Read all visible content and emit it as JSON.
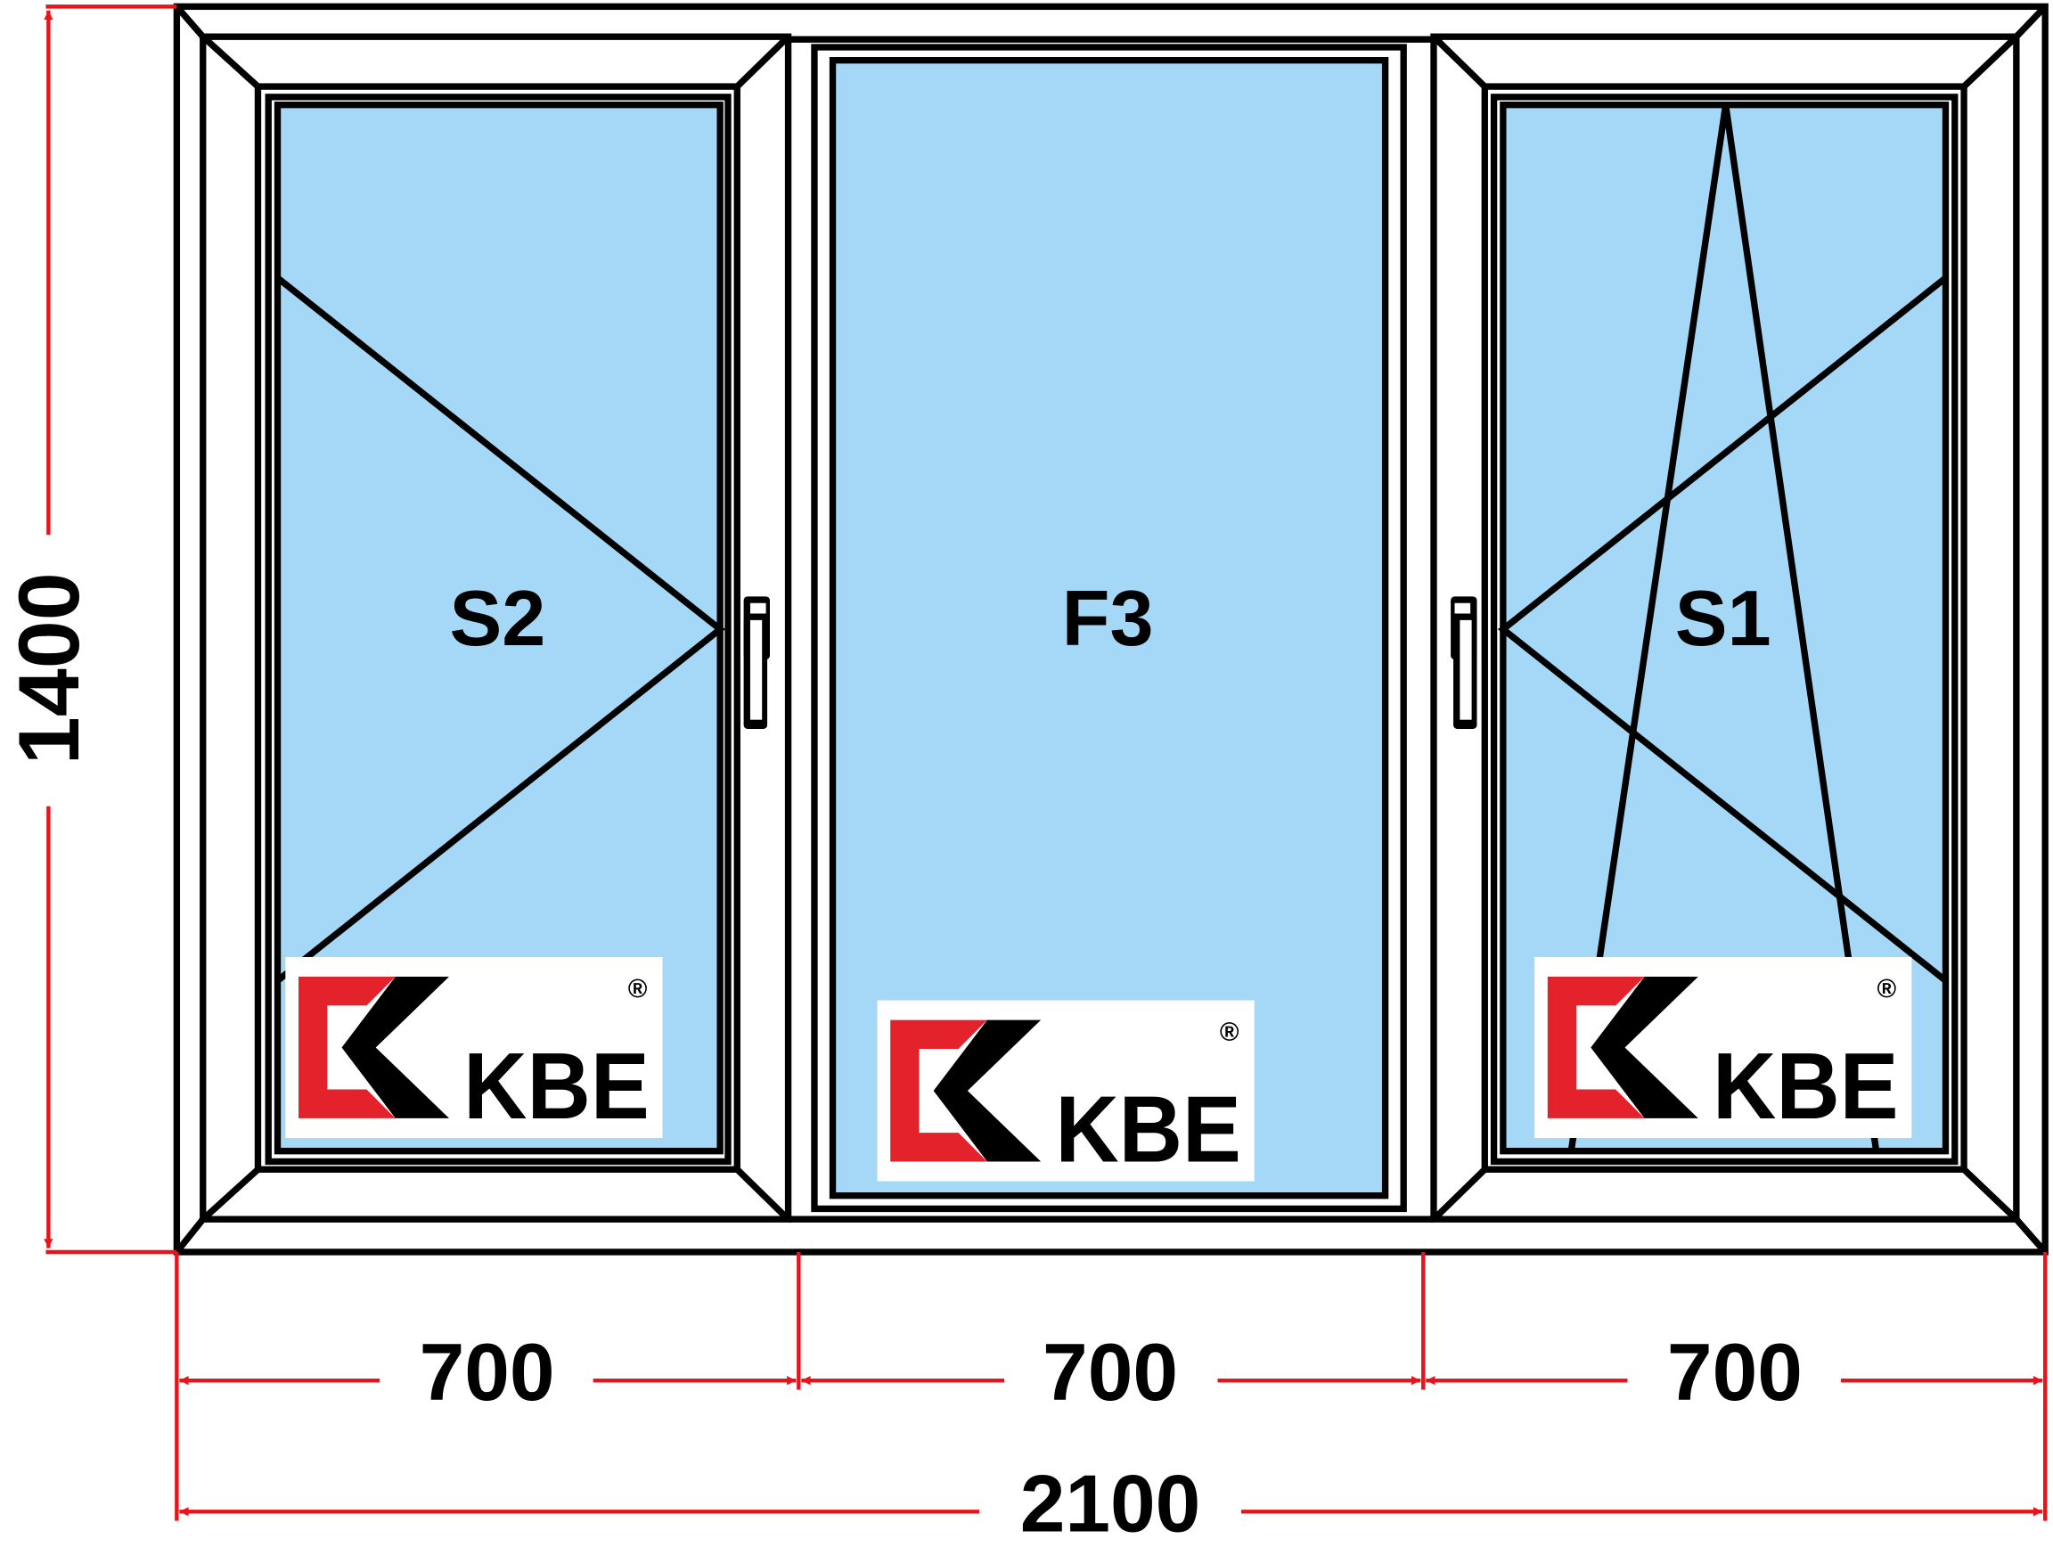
{
  "colors": {
    "glass": "#a5d8f7",
    "frame": "#ffffff",
    "outline": "#000000",
    "dimension": "#e8141c",
    "logo_red": "#e3222b"
  },
  "sashes": [
    {
      "label": "S2",
      "type": "turn-left-hinged"
    },
    {
      "label": "F3",
      "type": "fixed"
    },
    {
      "label": "S1",
      "type": "tilt-turn-right-hinged"
    }
  ],
  "logo": {
    "text": "KBE",
    "mark": "®"
  },
  "dimensions": {
    "height": "1400",
    "widths": [
      "700",
      "700",
      "700"
    ],
    "total_width": "2100"
  }
}
